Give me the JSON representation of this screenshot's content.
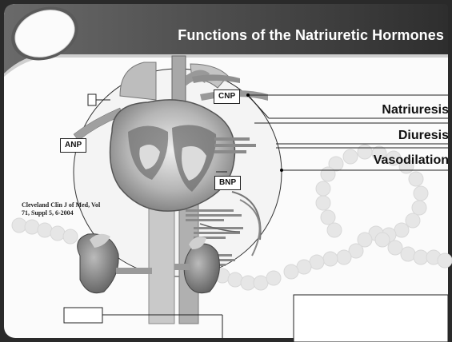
{
  "slide": {
    "title": "Functions of the Natriuretic Hormones",
    "effects": [
      "Natriuresis",
      "Diuresis",
      "Vasodilation"
    ],
    "hormones": {
      "cnp": "CNP",
      "anp": "ANP",
      "bnp": "BNP"
    },
    "citation": "Cleveland Clin J of Med, Vol 71, Suppl 5, 6-2004"
  },
  "colors": {
    "header": "#3a3a3a",
    "accent": "#ffffff",
    "figure": "#9a9a9a"
  },
  "icons": {
    "decor": "circle-emblem"
  }
}
